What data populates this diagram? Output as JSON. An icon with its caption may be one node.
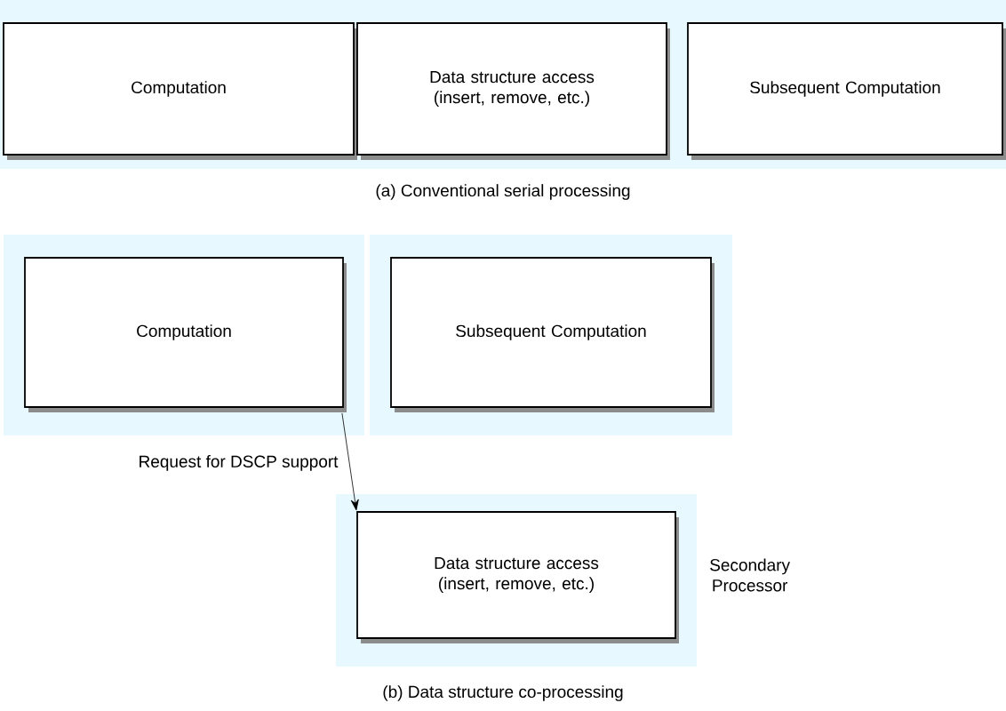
{
  "diagram": {
    "nodes": [
      {
        "text": [
          "Computation"
        ]
      },
      {
        "text": [
          "Data structure access (insert, remove, etc.)"
        ]
      },
      {
        "text": [
          "Subsequent Computation"
        ]
      },
      {
        "text": [
          "Computation"
        ]
      },
      {
        "text": [
          "Subsequent Computation"
        ]
      },
      {
        "text": [
          "Data structure access (insert, remove, etc.)"
        ],
        "beside": [
          "Secondary Processor"
        ]
      }
    ],
    "edges": [
      {
        "from": 3,
        "to": 5,
        "arrow": "to",
        "label": "Request for DSCP support"
      }
    ],
    "labels": [
      "(a) Conventional serial processing",
      "(b) Data structure co-processing"
    ]
  }
}
